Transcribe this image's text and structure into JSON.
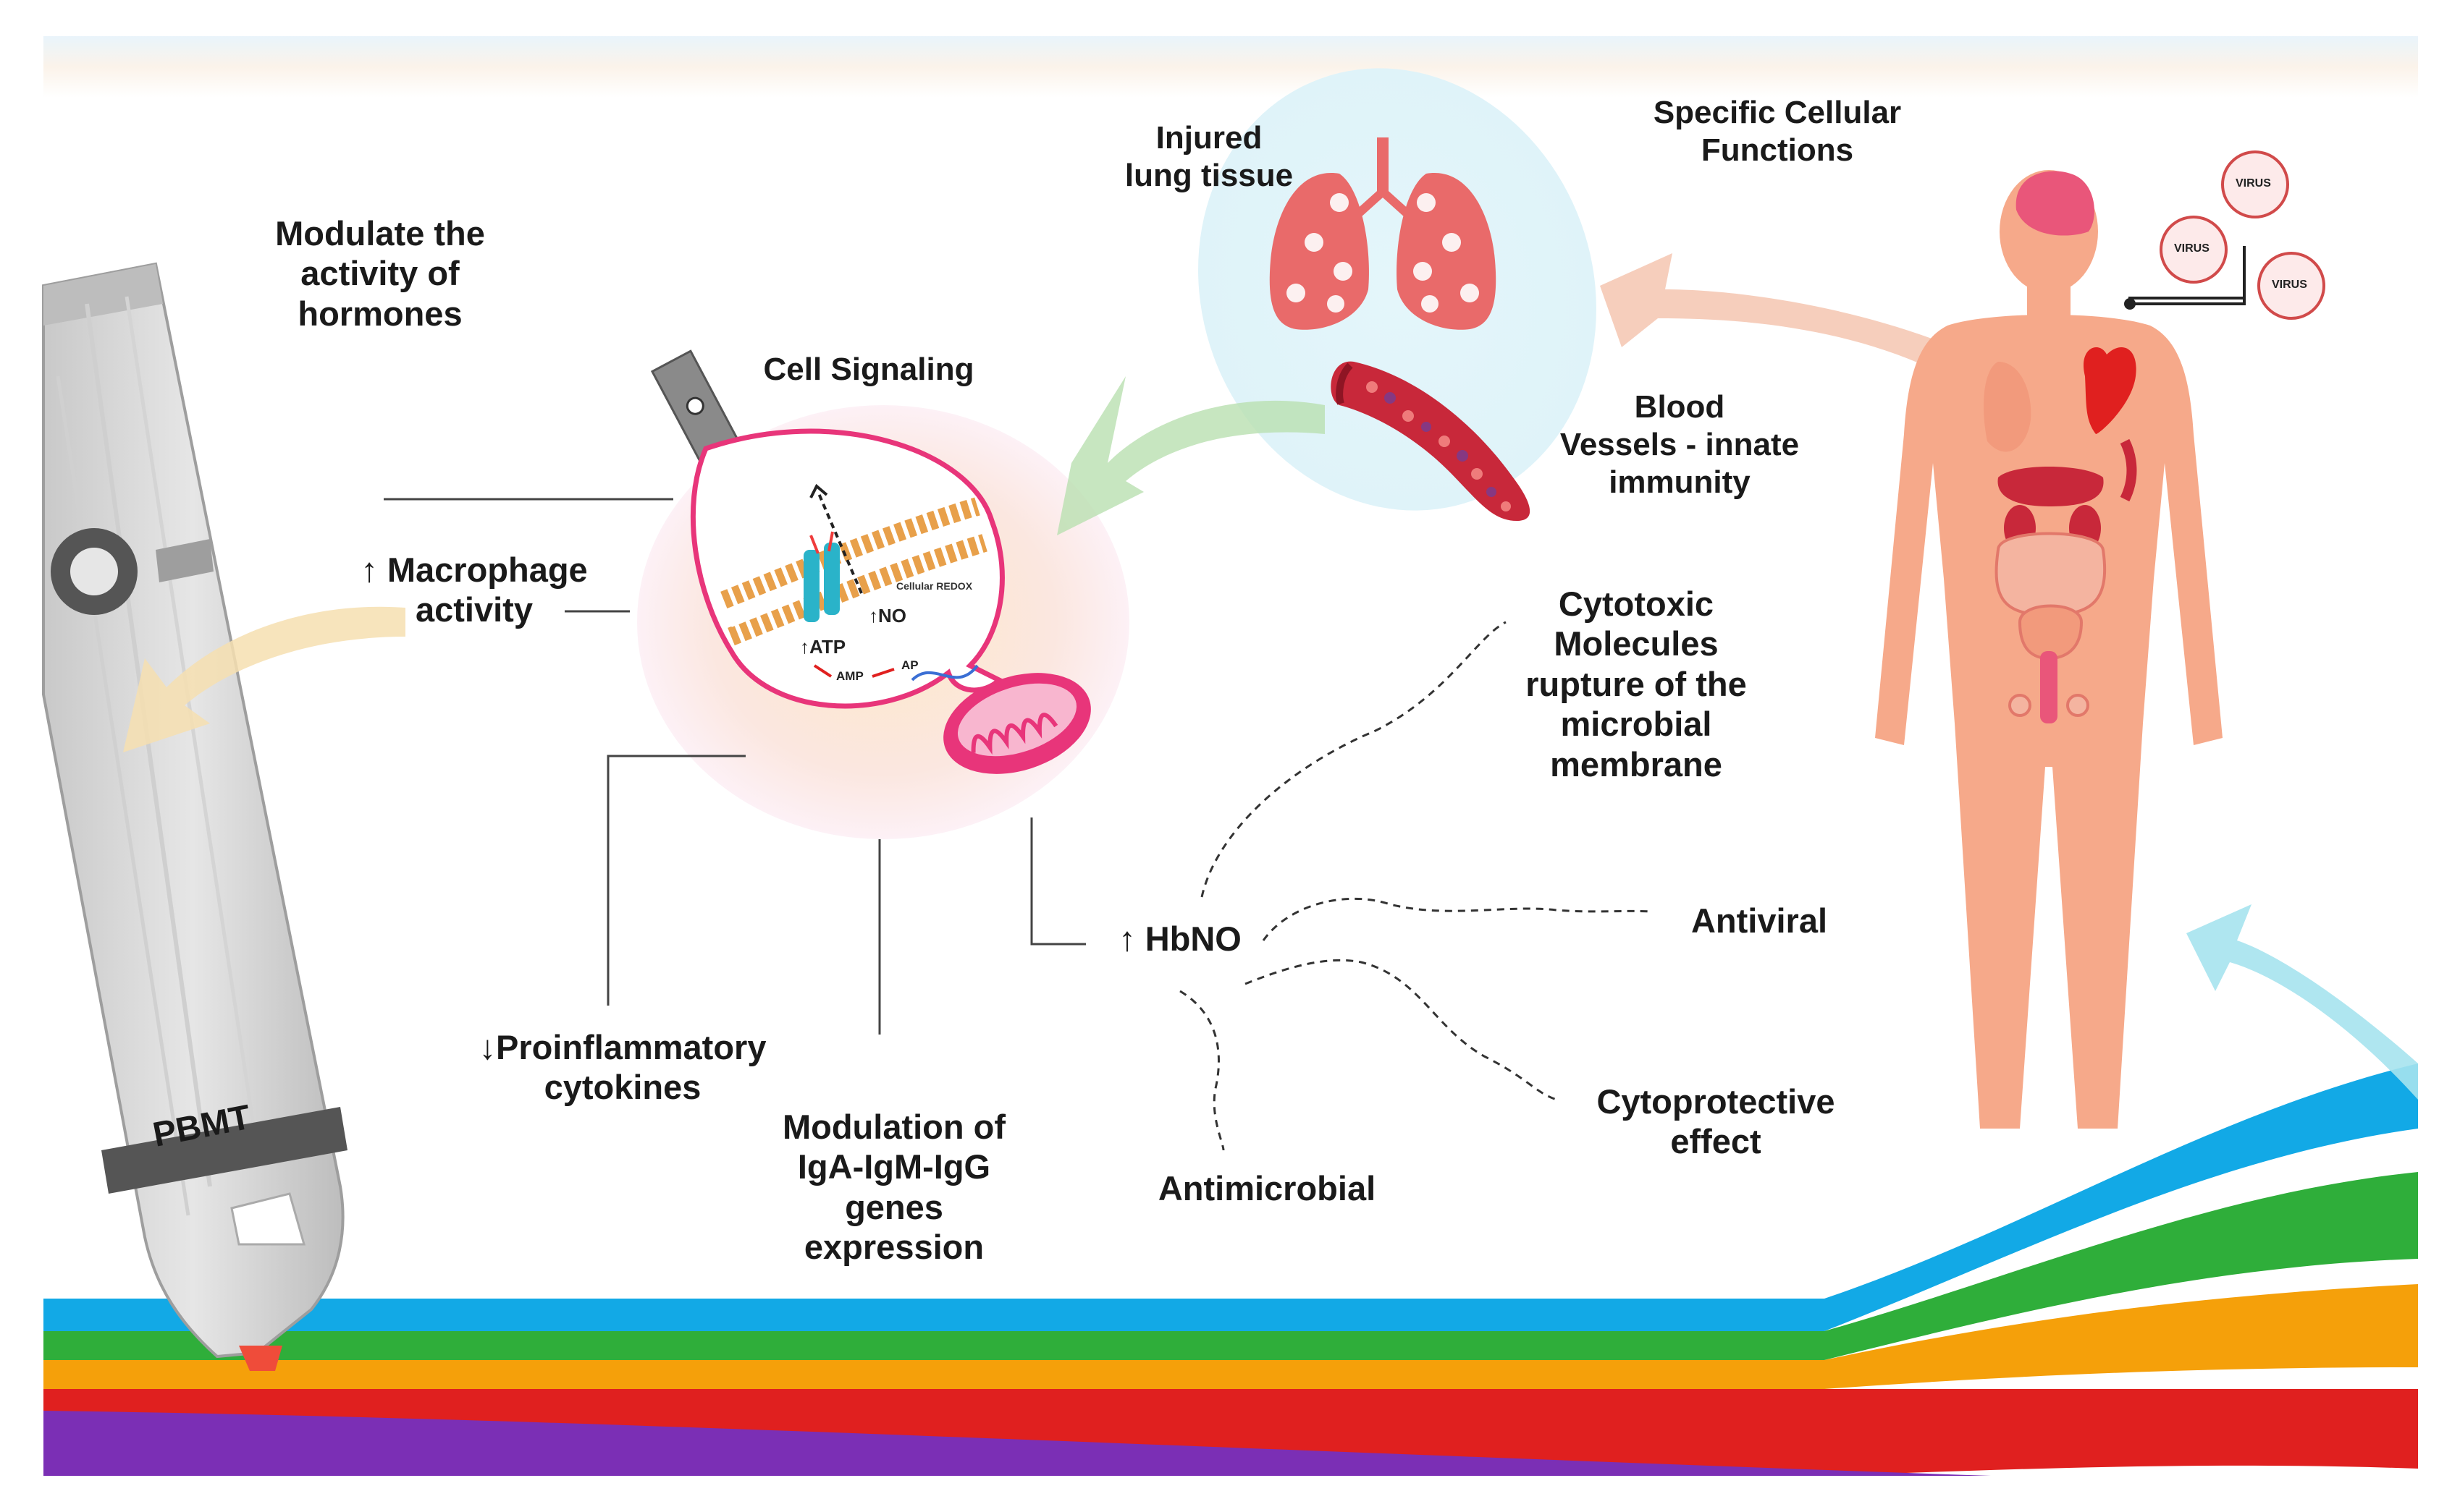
{
  "labels": {
    "modulate_hormones": "Modulate the\nactivity of\nhormones",
    "macrophage": "↑ Macrophage\nactivity",
    "cell_signaling": "Cell Signaling",
    "injured_lung": "Injured\nlung tissue",
    "specific_cellular": "Specific Cellular\nFunctions",
    "blood_vessels": "Blood\nVessels - innate\nimmunity",
    "cytotoxic": "Cytotoxic\nMolecules\nrupture of the\nmicrobial\nmembrane",
    "hbno": "↑ HbNO",
    "antiviral": "Antiviral",
    "cytoprotective": "Cytoprotective\neffect",
    "antimicrobial": "Antimicrobial",
    "proinflammatory": "↓Proinflammatory\ncytokines",
    "modulation_ig": "Modulation of\nIgA-IgM-IgG\ngenes\nexpression",
    "pbmt": "PBMT"
  },
  "cell_inset": {
    "no": "↑NO",
    "atp": "↑ATP",
    "amp": "AMP",
    "cellular_redox": "Cellular REDOX",
    "ap": "AP"
  },
  "virus_label": "VIRUS",
  "colors": {
    "rainbow": [
      "#7b2fb5",
      "#e0201f",
      "#f5a00a",
      "#2fae3a",
      "#12a9e6"
    ],
    "lung": "#e96a6a",
    "body": "#f6a98a",
    "cell_membrane": "#e8a04a",
    "mitochondria": "#e8357a",
    "ion_channel": "#2ab3c9",
    "arrow_green": "#b9e0b0",
    "arrow_peach": "#f5c6b0",
    "arrow_cyan": "#a6e3ee",
    "arrow_cream": "#f6dfb0"
  }
}
